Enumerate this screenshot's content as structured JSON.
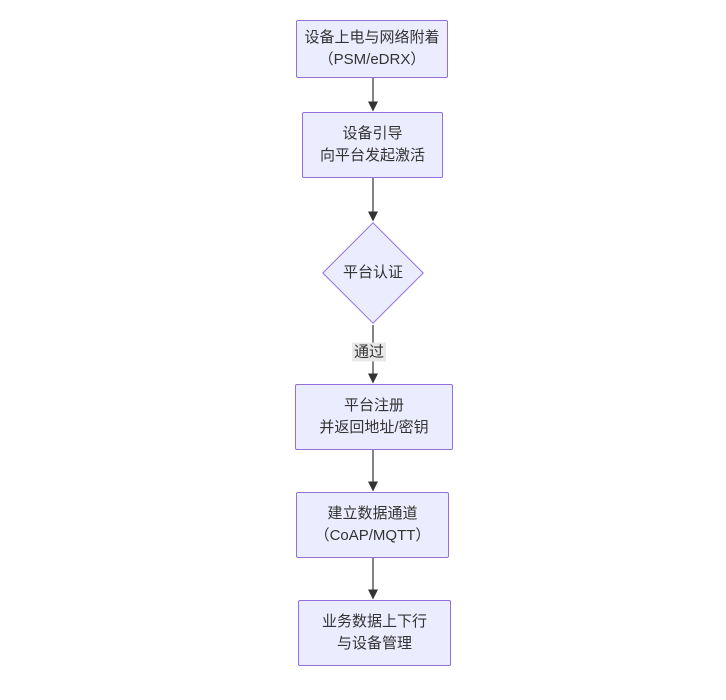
{
  "colors": {
    "node_fill": "#ECECFF",
    "node_border": "#9370DB",
    "edge": "#333333",
    "text": "#333333",
    "edge_label_bg": "#e8e8e8",
    "background": "#ffffff"
  },
  "nodes": {
    "power_attach": {
      "line1": "设备上电与网络附着",
      "line2": "（PSM/eDRX）"
    },
    "bootstrap": {
      "line1": "设备引导",
      "line2": "向平台发起激活"
    },
    "auth": {
      "label": "平台认证"
    },
    "register": {
      "line1": "平台注册",
      "line2": "并返回地址/密钥"
    },
    "channel": {
      "line1": "建立数据通道",
      "line2": "（CoAP/MQTT）"
    },
    "business": {
      "line1": "业务数据上下行",
      "line2": "与设备管理"
    }
  },
  "edges": {
    "pass_label": "通过"
  }
}
